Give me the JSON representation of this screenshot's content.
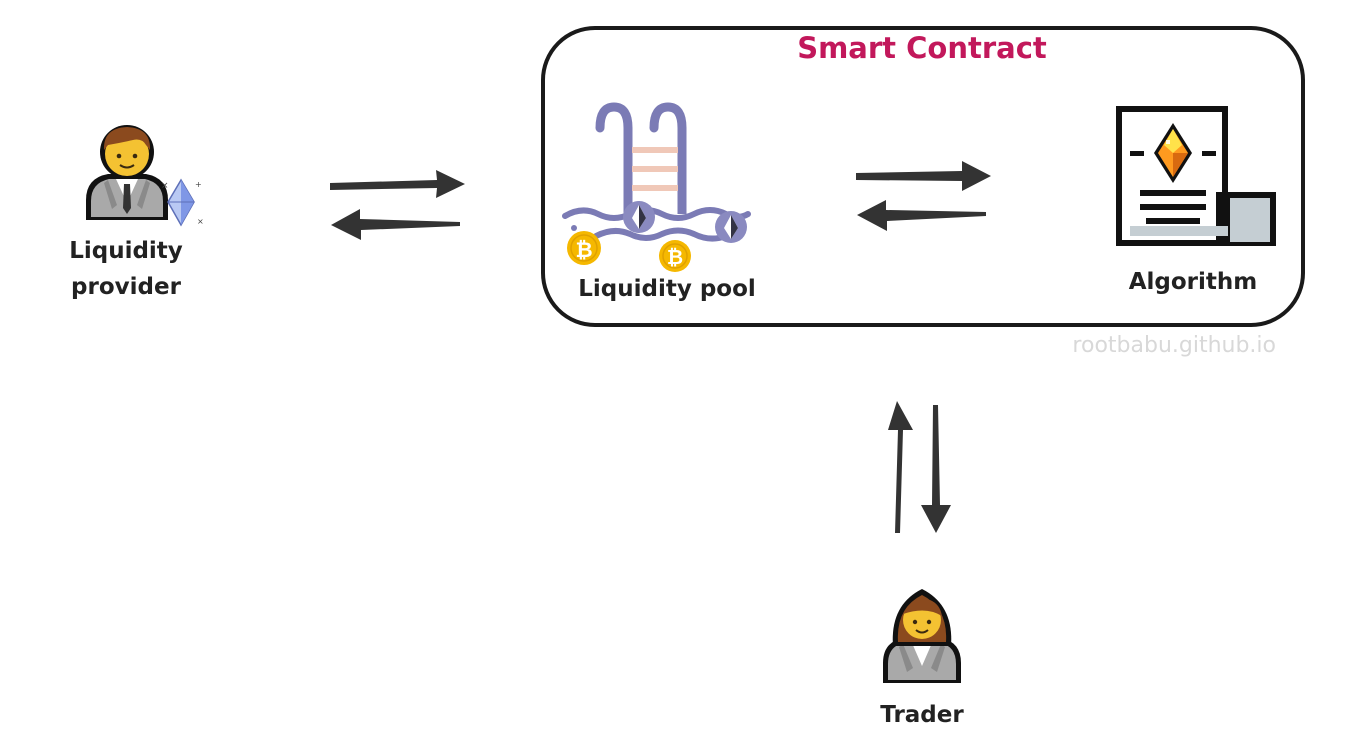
{
  "diagram": {
    "title": "Smart Contract",
    "title_color": "#c2185b",
    "watermark": "rootbabu.github.io",
    "nodes": {
      "provider": "Liquidity provider",
      "pool": "Liquidity pool",
      "algorithm": "Algorithm",
      "trader": "Trader"
    },
    "icons": {
      "provider": "businessman-icon",
      "provider_token": "ethereum-icon",
      "pool": "swimming-pool-icon",
      "pool_coins": [
        "bitcoin-icon",
        "ethereum-icon"
      ],
      "algorithm": "pixel-document-gem-icon",
      "trader": "businesswoman-icon"
    },
    "colors": {
      "arrow": "#333333",
      "box_border": "#1a1a1a",
      "pool_purple": "#7b7bb5",
      "bitcoin": "#f5b800",
      "ethereum": "#8a8ac0"
    }
  }
}
